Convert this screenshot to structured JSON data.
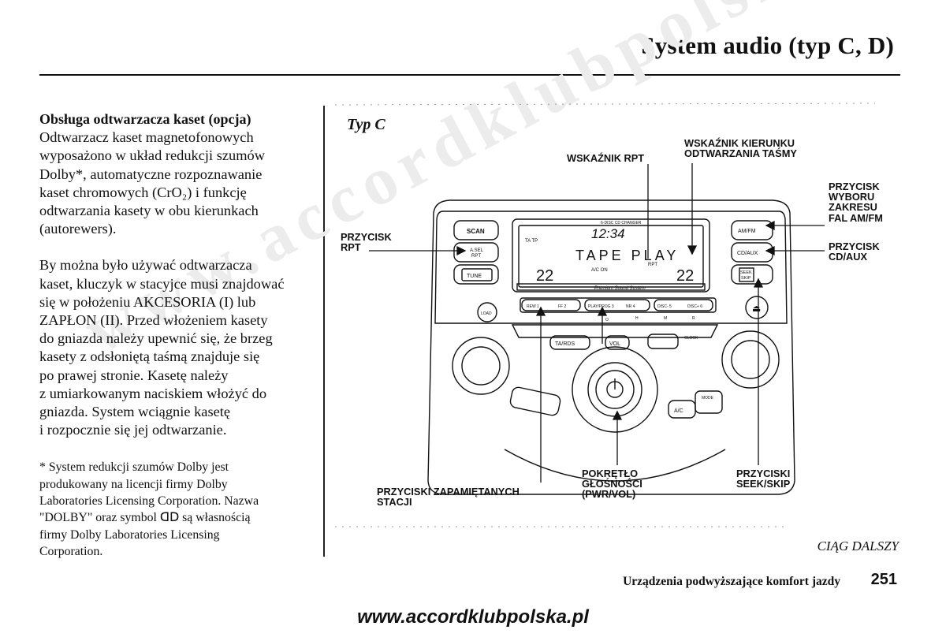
{
  "header": {
    "title": "System audio (typ C, D)"
  },
  "watermark": {
    "text": "www.accordklubpolska.pl"
  },
  "left_column": {
    "heading": "Obsługa odtwarzacza kaset (opcja)",
    "para1_lines": [
      "Odtwarzacz kaset magnetofonowych",
      "wyposażono w układ redukcji szumów",
      "Dolby*, automatyczne rozpoznawanie",
      "kaset chromowych (CrO₂) i funkcję",
      "odtwarzania kasety w obu kierunkach",
      "(autorewers)."
    ],
    "para2_lines": [
      "By można było używać odtwarzacza",
      "kaset, kluczyk w stacyjce musi znajdować",
      "się w położeniu AKCESORIA (I) lub",
      "ZAPŁON (II). Przed włożeniem kasety",
      "do gniazda należy upewnić się, że brzeg",
      "kasety z odsłoniętą taśmą znajduje się",
      "po prawej stronie. Kasetę należy",
      "z umiarkowanym naciskiem włożyć do",
      "gniazda. System wciągnie kasetę",
      "i rozpocznie się jej odtwarzanie."
    ],
    "footnote_lines": [
      "* System redukcji szumów Dolby jest",
      "produkowany na licencji firmy Dolby",
      "Laboratories Licensing Corporation. Nazwa",
      "\"DOLBY\" oraz symbol  ᗡᗞ  są własnością",
      "firmy Dolby Laboratories Licensing",
      "Corporation."
    ]
  },
  "figure": {
    "type_label": "Typ C",
    "callouts": {
      "rpt_indicator": "WSKAŹNIK RPT",
      "tape_dir_1": "WSKAŹNIK KIERUNKU",
      "tape_dir_2": "ODTWARZANIA TAŚMY",
      "rpt_button_1": "PRZYCISK",
      "rpt_button_2": "RPT",
      "amfm_1": "PRZYCISK",
      "amfm_2": "WYBORU",
      "amfm_3": "ZAKRESU",
      "amfm_4": "FAL AM/FM",
      "cdaux_1": "PRZYCISK",
      "cdaux_2": "CD/AUX",
      "presets_1": "PRZYCISKI ZAPAMIĘTANYCH",
      "presets_2": "STACJI",
      "volume_1": "POKRĘTŁO",
      "volume_2": "GŁOŚNOŚCI",
      "volume_3": "(PWR/VOL)",
      "seek_1": "PRZYCISKI",
      "seek_2": "SEEK/SKIP"
    },
    "panel": {
      "display_header": "6-DISC CD CHANGER",
      "clock": "12:34",
      "ta_tp": "TA  TP",
      "tape_play": "TAPE PLAY",
      "rpt": "RPT",
      "ac_on": "A/C ON",
      "temp_left": "22",
      "temp_right": "22",
      "premium": "Premium Sound System",
      "scan": "SCAN",
      "a_sel": "A.SEL",
      "rpt_btn": "RPT",
      "tune": "TUNE",
      "amfm": "AM/FM",
      "cdaux": "CD/AUX",
      "seek": "SEEK",
      "skip": "SKIP",
      "load": "LOAD",
      "presets": [
        "REW 1",
        "FF 2",
        "PLAY/PROG 3",
        "NR 4",
        "DISC- 5",
        "DISC+ 6"
      ],
      "preset_letters": [
        "O",
        "H",
        "M",
        "R"
      ],
      "tards": "TA/RDS",
      "vol": "VOL",
      "clock_label": "CLOCK",
      "ac": "A/C",
      "mode": "MODE"
    }
  },
  "continued": "CIĄG DALSZY",
  "footer": {
    "section": "Urządzenia podwyższające komfort jazdy",
    "page_number": "251"
  },
  "site_url": "www.accordklubpolska.pl"
}
